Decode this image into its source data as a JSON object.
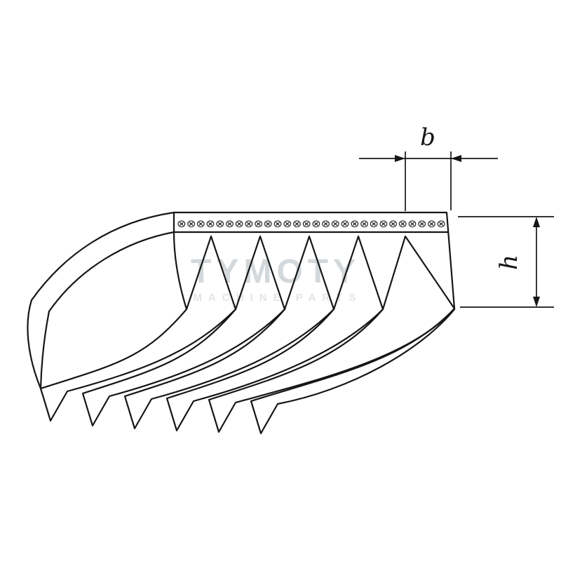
{
  "canvas": {
    "background": "#ffffff"
  },
  "line_color": "#161616",
  "watermark": {
    "title": "TYMOTY",
    "subtitle": "MACHINE PARTS",
    "title_color": "#d3d8db",
    "subtitle_color": "#e1e5e7"
  },
  "dimensions": {
    "rib_pitch": {
      "label": "b"
    },
    "belt_height": {
      "label": "h"
    }
  },
  "hatch": {
    "symbol": "⊗",
    "count": 28
  }
}
